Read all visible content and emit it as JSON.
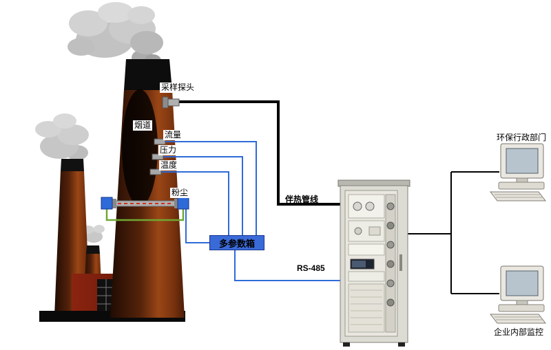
{
  "diagram": {
    "labels": {
      "sampling_probe": "采样探头",
      "flue": "烟道",
      "flow": "流量",
      "pressure": "压力",
      "temperature": "温度",
      "dust": "粉尘",
      "multi_param_box": "多参数箱",
      "heat_traced_pipeline": "伴热管线",
      "rs485": "RS-485",
      "env_admin_dept": "环保行政部门",
      "enterprise_internal_monitor": "企业内部监控"
    },
    "colors": {
      "signal_line_blue": "#2e6bd8",
      "dust_loop_green": "#70a832",
      "heat_line_black": "#000000",
      "multi_param_box_blue": "#3a6ad8",
      "chimney_brown": "#9a4616",
      "factory_maroon": "#6e150a"
    }
  }
}
